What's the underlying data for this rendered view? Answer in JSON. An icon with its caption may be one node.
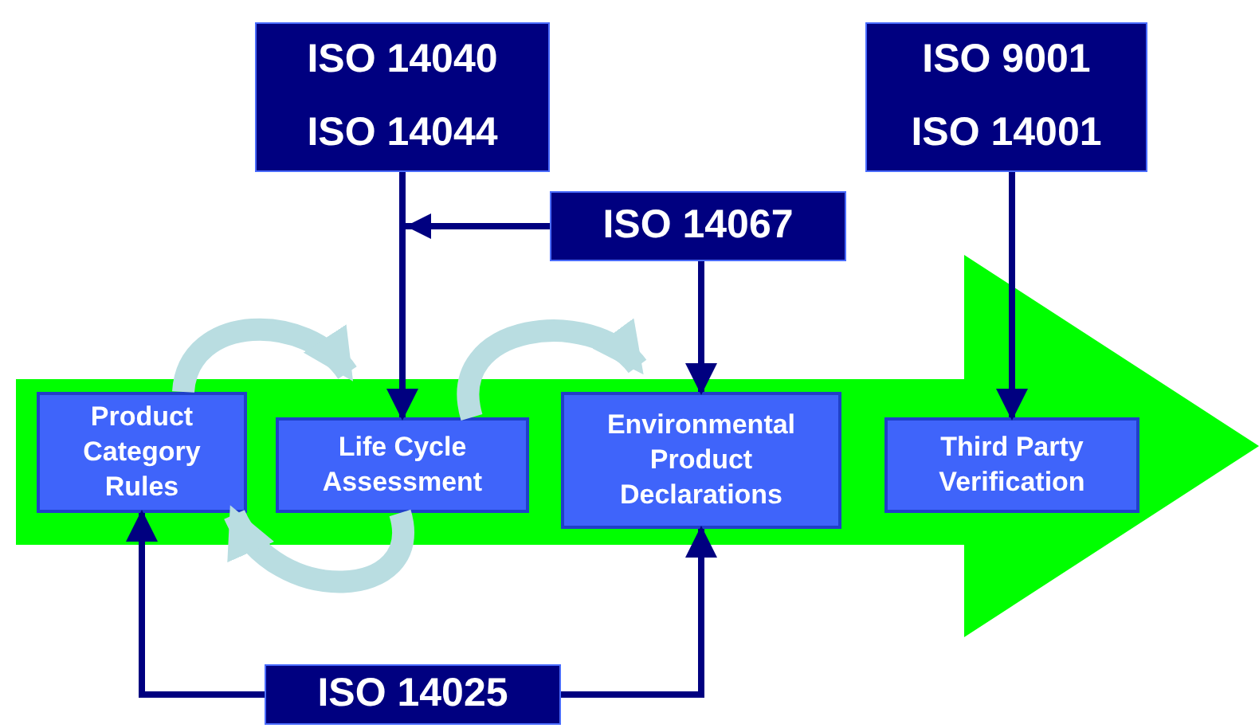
{
  "diagram": {
    "nodes": [
      {
        "text": [
          "ISO 14040",
          "ISO 14044"
        ]
      },
      {
        "text": [
          "ISO 9001",
          "ISO 14001"
        ]
      },
      {
        "text": [
          "ISO 14067"
        ]
      },
      {
        "text": [],
        "shape": "arrow"
      },
      {
        "text": [
          "Product Category Rules"
        ],
        "in": 3
      },
      {
        "text": [
          "Life Cycle Assessment"
        ],
        "in": 3
      },
      {
        "text": [
          "Environmental Product Declarations"
        ],
        "in": 3
      },
      {
        "text": [
          "Third Party Verification"
        ],
        "in": 3
      },
      {
        "text": [
          "ISO 14025"
        ]
      }
    ],
    "edges": [
      {
        "from": 0,
        "to": 5,
        "arrow": "to"
      },
      {
        "from": 2,
        "to": 5,
        "arrow": "to"
      },
      {
        "from": 2,
        "to": 6,
        "arrow": "to"
      },
      {
        "from": 1,
        "to": 7,
        "arrow": "to"
      },
      {
        "from": 8,
        "to": 4,
        "arrow": "to"
      },
      {
        "from": 8,
        "to": 6,
        "arrow": "to"
      },
      {
        "from": 4,
        "to": 5,
        "arrow": "to",
        "style": "thick",
        "color": "#b9dde1"
      },
      {
        "from": 5,
        "to": 6,
        "arrow": "to",
        "style": "thick",
        "color": "#b9dde1"
      },
      {
        "from": 5,
        "to": 4,
        "arrow": "to",
        "style": "thick",
        "color": "#b9dde1"
      }
    ]
  }
}
